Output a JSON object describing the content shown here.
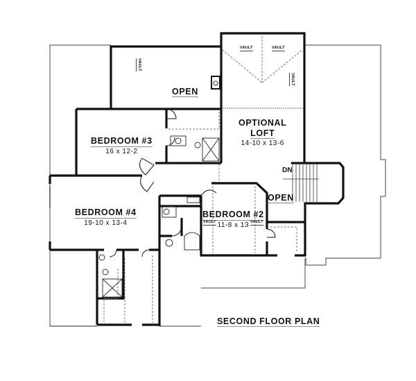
{
  "plan": {
    "title": "SECOND FLOOR PLAN",
    "rooms": {
      "bedroom3": {
        "name": "BEDROOM #3",
        "dims": "16 x 12-2"
      },
      "bedroom4": {
        "name": "BEDROOM #4",
        "dims": "19-10 x 13-4"
      },
      "bedroom2": {
        "name": "BEDROOM #2",
        "dims": "11-8 x 13"
      },
      "loft": {
        "name_line1": "OPTIONAL",
        "name_line2": "LOFT",
        "dims": "14-10 x 13-6"
      }
    },
    "open_areas": {
      "upper": "OPEN",
      "stair": "OPEN"
    },
    "annotations": {
      "vault": "VAULT",
      "stairs_down": "DN"
    }
  },
  "colors": {
    "wall": "#111111",
    "outline": "#666666",
    "dashed": "#777777",
    "background": "#ffffff"
  }
}
